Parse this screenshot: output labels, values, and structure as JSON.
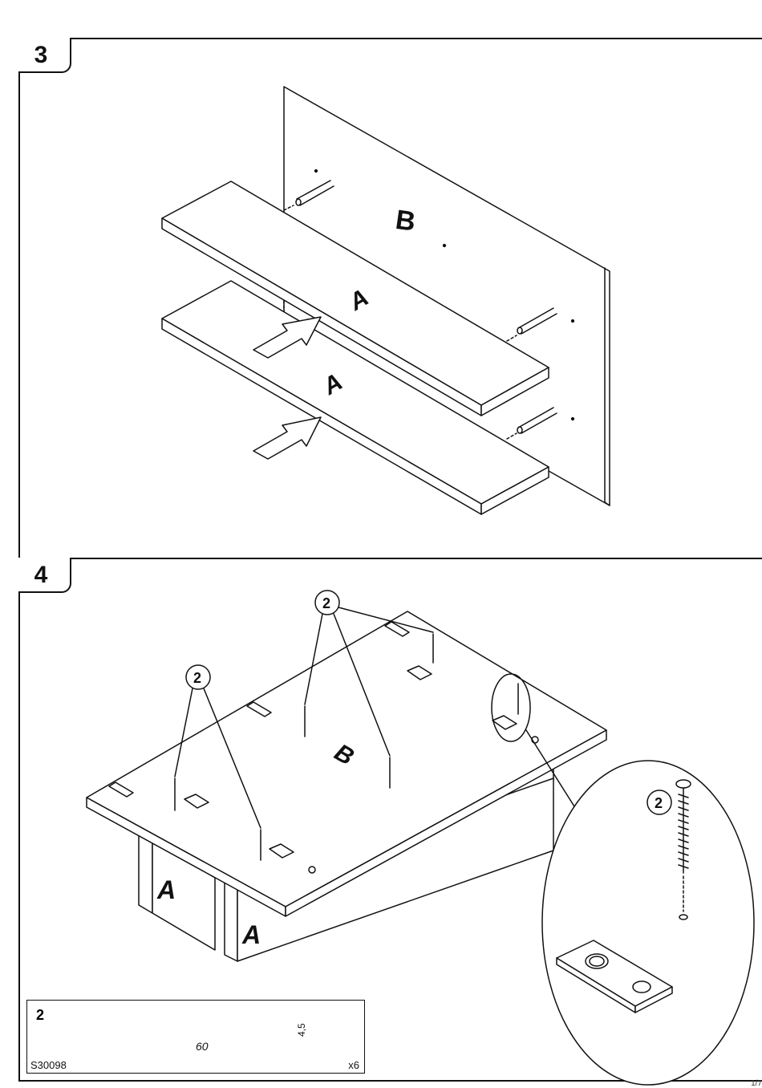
{
  "steps": [
    {
      "number": "3",
      "labels": {
        "back_panel": "B",
        "shelf_upper": "A",
        "shelf_lower": "A"
      }
    },
    {
      "number": "4",
      "labels": {
        "top_panel": "B",
        "leg_left": "A",
        "leg_right": "A"
      },
      "callouts": [
        "2",
        "2",
        "2"
      ]
    }
  ],
  "hardware": {
    "callout": "2",
    "length": "60",
    "diameter": "4,5",
    "code": "S30098",
    "quantity": "x6"
  },
  "page_number": "1/7",
  "colors": {
    "ink": "#111111",
    "paper": "#ffffff"
  }
}
